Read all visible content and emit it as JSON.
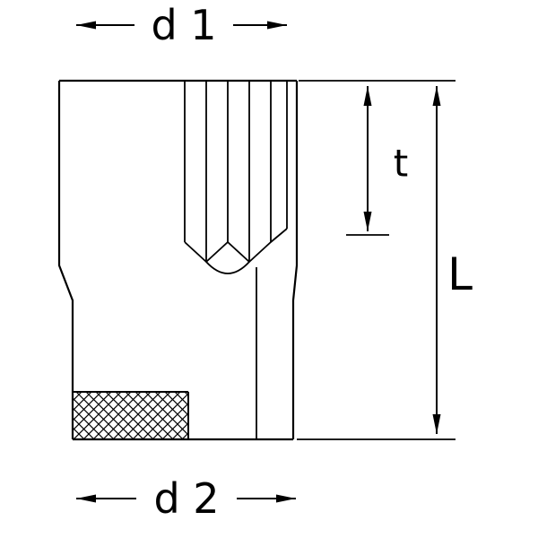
{
  "diagram": {
    "type": "technical-dimension-drawing",
    "subject": "socket-wrench-socket-cross-section",
    "colors": {
      "line": "#000000",
      "background": "#ffffff"
    },
    "dimensions": {
      "d1": {
        "label": "d 1",
        "meaning": "top outer width"
      },
      "d2": {
        "label": "d 2",
        "meaning": "bottom outer width"
      },
      "t": {
        "label": "t",
        "meaning": "hex recess depth"
      },
      "L": {
        "label": "L",
        "meaning": "overall length"
      }
    }
  }
}
